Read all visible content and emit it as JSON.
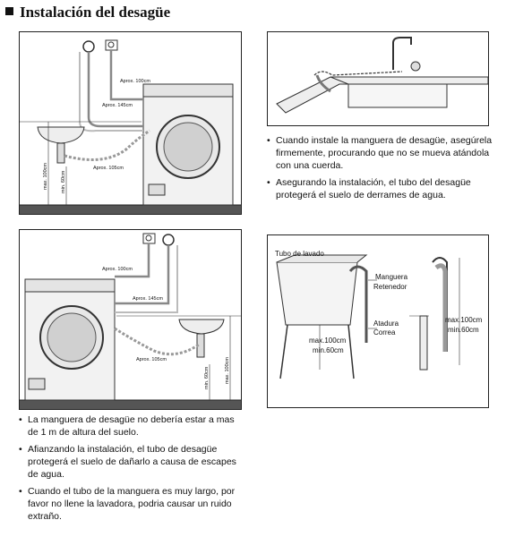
{
  "title": "Instalación del desagüe",
  "panel1": {
    "label_100": "Aprox. 100cm",
    "label_145": "Aprox. 145cm",
    "label_105": "Aprox. 105cm",
    "label_max": "max. 100cm",
    "label_min": "min. 60cm"
  },
  "panel2": {
    "label_100": "Aprox. 100cm",
    "label_145": "Aprox. 145cm",
    "label_105": "Aprox. 105cm",
    "label_max": "max. 100cm",
    "label_min": "min. 60cm"
  },
  "panel4": {
    "tubo": "Tubo de lavado",
    "manguera": "Manguera",
    "retenedor": "Retenedor",
    "atadura": "Atadura",
    "correa": "Correa",
    "left_max": "max.100cm",
    "left_min": "min.60cm",
    "right_max": "max.100cm",
    "right_min": "min.60cm"
  },
  "right_notes": [
    "Cuando instale la manguera de desagüe, asegúrela firmemente,  procurando que no se mueva atándola con una cuerda.",
    "Asegurando la instalación, el tubo del desagüe protegerá el suelo de derrames de agua."
  ],
  "left_notes": [
    "La manguera  de desagüe no debería estar a mas de 1 m de altura del suelo.",
    "Afianzando la instalación, el tubo de desagüe protegerá el suelo de dañarlo a causa de escapes de agua.",
    "Cuando el tubo de la manguera es muy largo, por favor no llene la lavadora, podria causar un ruido extraño."
  ]
}
